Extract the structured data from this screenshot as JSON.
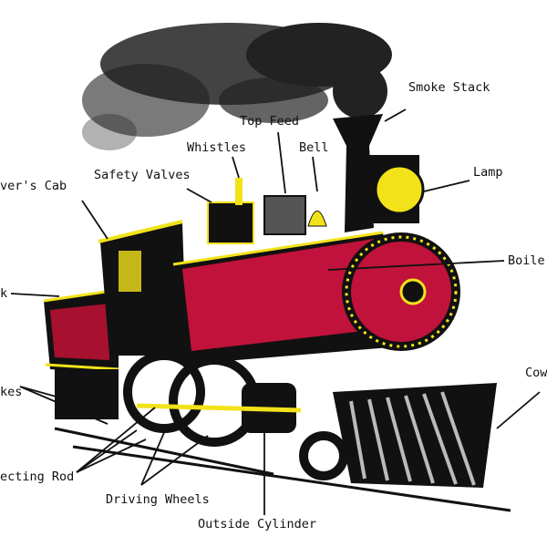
{
  "labels": {
    "smoke_stack": "Smoke Stack",
    "top_feed": "Top Feed",
    "bell": "Bell",
    "whistles": "Whistles",
    "safety_valves": "Safety Valves",
    "drivers_cab": "ver's Cab",
    "tank": "k",
    "lamp": "Lamp",
    "boiler": "Boiler",
    "cowcatcher": "Cow",
    "brakes": "kes",
    "connecting_rod": "ecting Rod",
    "driving_wheels": "Driving Wheels",
    "outside_cylinder": "Outside Cylinder"
  },
  "colors": {
    "boiler_red": "#c0123a",
    "trim_yellow": "#f2e21a",
    "body_black": "#111111",
    "smoke": "#2a2a2a"
  }
}
